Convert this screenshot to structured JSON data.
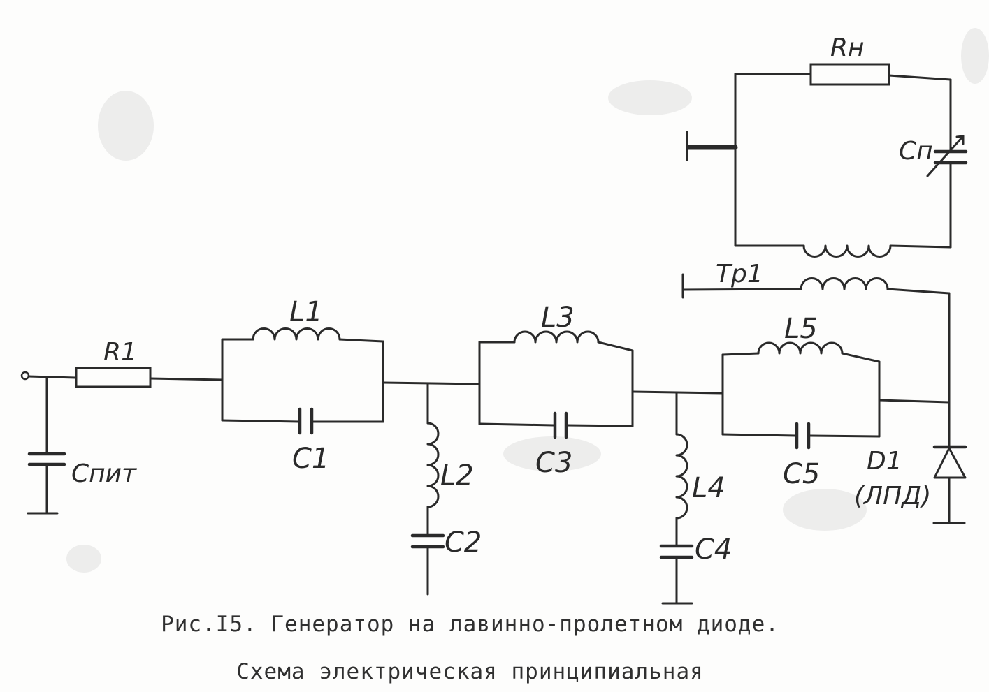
{
  "labels": {
    "rh": "Rн",
    "cp": "Cп",
    "tr1": "Tр1",
    "r1": "R1",
    "l1": "L1",
    "l3": "L3",
    "l5": "L5",
    "c1": "C1",
    "c3": "C3",
    "c5": "C5",
    "l2": "L2",
    "c2": "C2",
    "l4": "L4",
    "c4": "C4",
    "cpit": "Cпит",
    "d1": "D1",
    "d1_type": "(ЛПД)"
  },
  "caption": {
    "line1": "Рис.I5. Генератор на лавинно-пролетном диоде.",
    "line2": "Схема электрическая принципиальная"
  },
  "colors": {
    "ink": "#2a2a2a",
    "paper": "#fdfdfc"
  }
}
